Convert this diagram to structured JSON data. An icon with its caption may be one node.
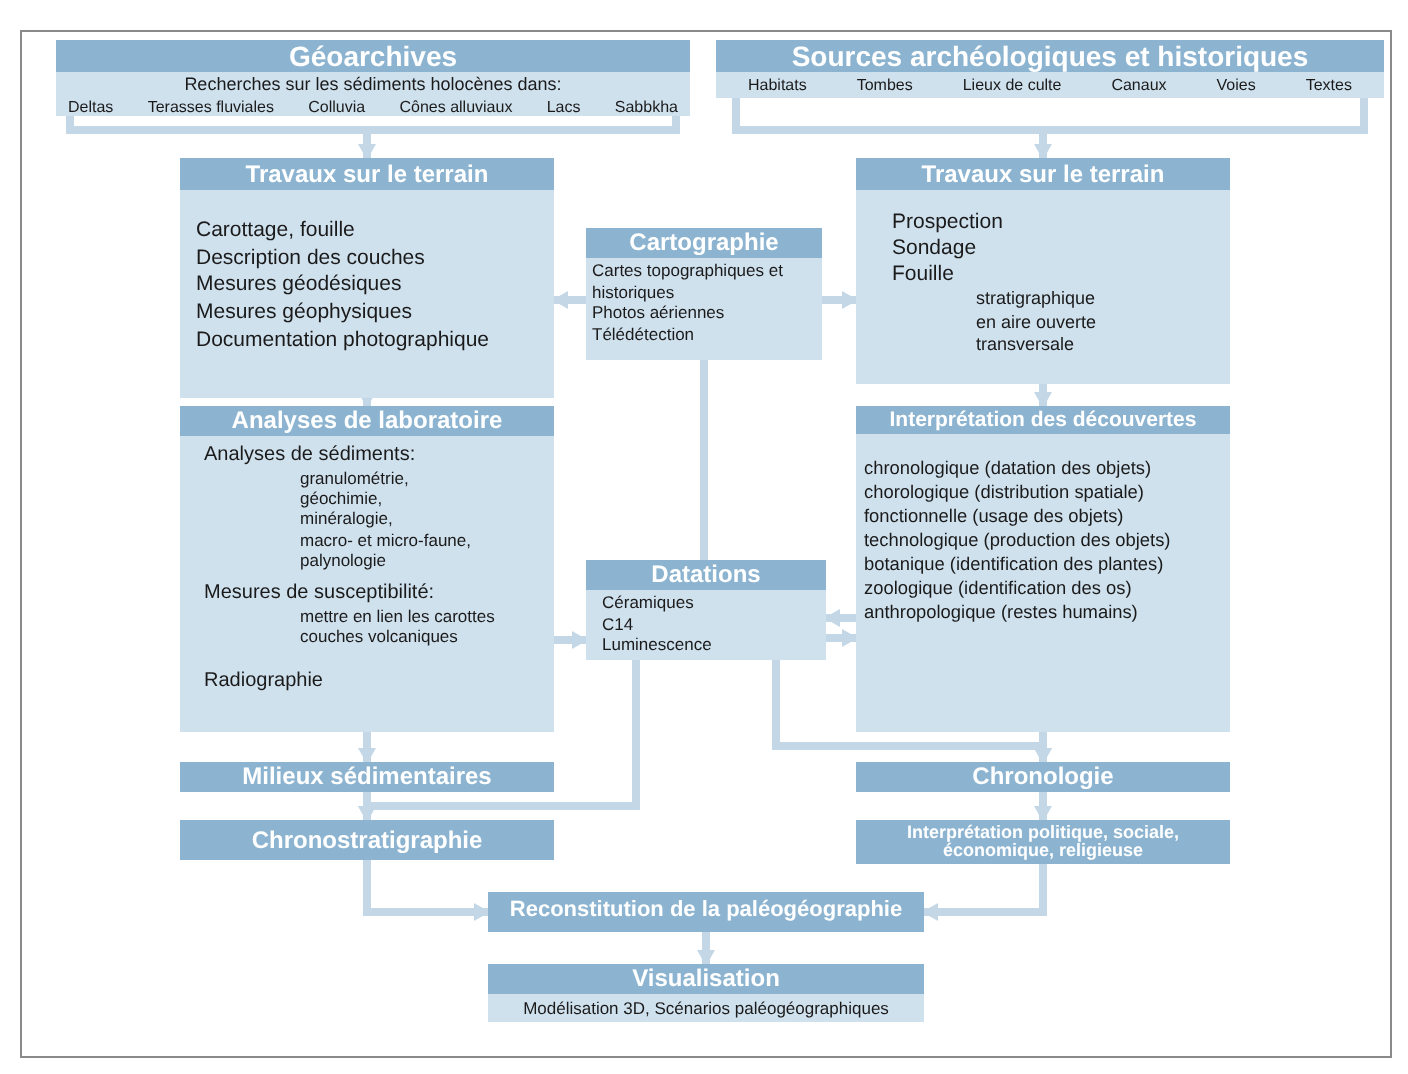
{
  "diagram": {
    "nodes": [
      {
        "text": [
          "Géoarchives",
          "Recherches sur les sédiments holocènes dans:",
          "Deltas",
          "Terasses fluviales",
          "Colluvia",
          "Cônes alluviaux",
          "Lacs",
          "Sabbkha"
        ]
      },
      {
        "text": [
          "Sources archéologiques et historiques",
          "Habitats",
          "Tombes",
          "Lieux de culte",
          "Canaux",
          "Voies",
          "Textes"
        ]
      },
      {
        "text": [
          "Travaux sur le terrain",
          "Carottage, fouille",
          "Description des couches",
          "Mesures géodésiques",
          "Mesures géophysiques",
          "Documentation photographique"
        ]
      },
      {
        "text": [
          "Cartographie",
          "Cartes topographiques et historiques",
          "Photos aériennes",
          "Télédétection"
        ]
      },
      {
        "text": [
          "Travaux sur le terrain",
          "Prospection",
          "Sondage",
          "Fouille",
          "stratigraphique",
          "en aire ouverte",
          "transversale"
        ]
      },
      {
        "text": [
          "Analyses de laboratoire",
          "Analyses de sédiments:",
          "granulométrie,",
          "géochimie,",
          "minéralogie,",
          "macro- et micro-faune,",
          "palynologie",
          "Mesures de susceptibilité:",
          "mettre en lien les carottes",
          "couches volcaniques",
          "Radiographie"
        ]
      },
      {
        "text": [
          "Datations",
          "Céramiques",
          "C14",
          "Luminescence"
        ]
      },
      {
        "text": [
          "Interprétation des découvertes",
          "chronologique (datation des objets)",
          "chorologique (distribution spatiale)",
          "fonctionnelle (usage des objets)",
          "technologique (production des objets)",
          "botanique (identification des plantes)",
          "zoologique (identification des os)",
          "anthropologique (restes humains)"
        ]
      },
      {
        "text": [
          "Milieux sédimentaires"
        ]
      },
      {
        "text": [
          "Chronologie"
        ]
      },
      {
        "text": [
          "Chronostratigraphie"
        ]
      },
      {
        "text": [
          "Interprétation politique, sociale, économique, religieuse"
        ]
      },
      {
        "text": [
          "Reconstitution de la paléogéographie"
        ]
      },
      {
        "text": [
          "Visualisation",
          "Modélisation 3D, Scénarios paléogéographiques"
        ]
      }
    ],
    "edges": [
      {
        "from": 0,
        "to": 2,
        "arrow": "to"
      },
      {
        "from": 1,
        "to": 4,
        "arrow": "to"
      },
      {
        "from": 3,
        "to": 2,
        "arrow": "to"
      },
      {
        "from": 3,
        "to": 4,
        "arrow": "to"
      },
      {
        "from": 3,
        "to": 6,
        "arrow": "none"
      },
      {
        "from": 2,
        "to": 5,
        "arrow": "to"
      },
      {
        "from": 4,
        "to": 7,
        "arrow": "to"
      },
      {
        "from": 5,
        "to": 6,
        "arrow": "to"
      },
      {
        "from": 7,
        "to": 6,
        "arrow": "to"
      },
      {
        "from": 6,
        "to": 7,
        "arrow": "to"
      },
      {
        "from": 5,
        "to": 8,
        "arrow": "to"
      },
      {
        "from": 8,
        "to": 10,
        "arrow": "to"
      },
      {
        "from": 6,
        "to": 10,
        "arrow": "to"
      },
      {
        "from": 6,
        "to": 9,
        "arrow": "to"
      },
      {
        "from": 7,
        "to": 9,
        "arrow": "to"
      },
      {
        "from": 9,
        "to": 11,
        "arrow": "to"
      },
      {
        "from": 10,
        "to": 12,
        "arrow": "to"
      },
      {
        "from": 11,
        "to": 12,
        "arrow": "to"
      },
      {
        "from": 12,
        "to": 13,
        "arrow": "to"
      }
    ]
  }
}
